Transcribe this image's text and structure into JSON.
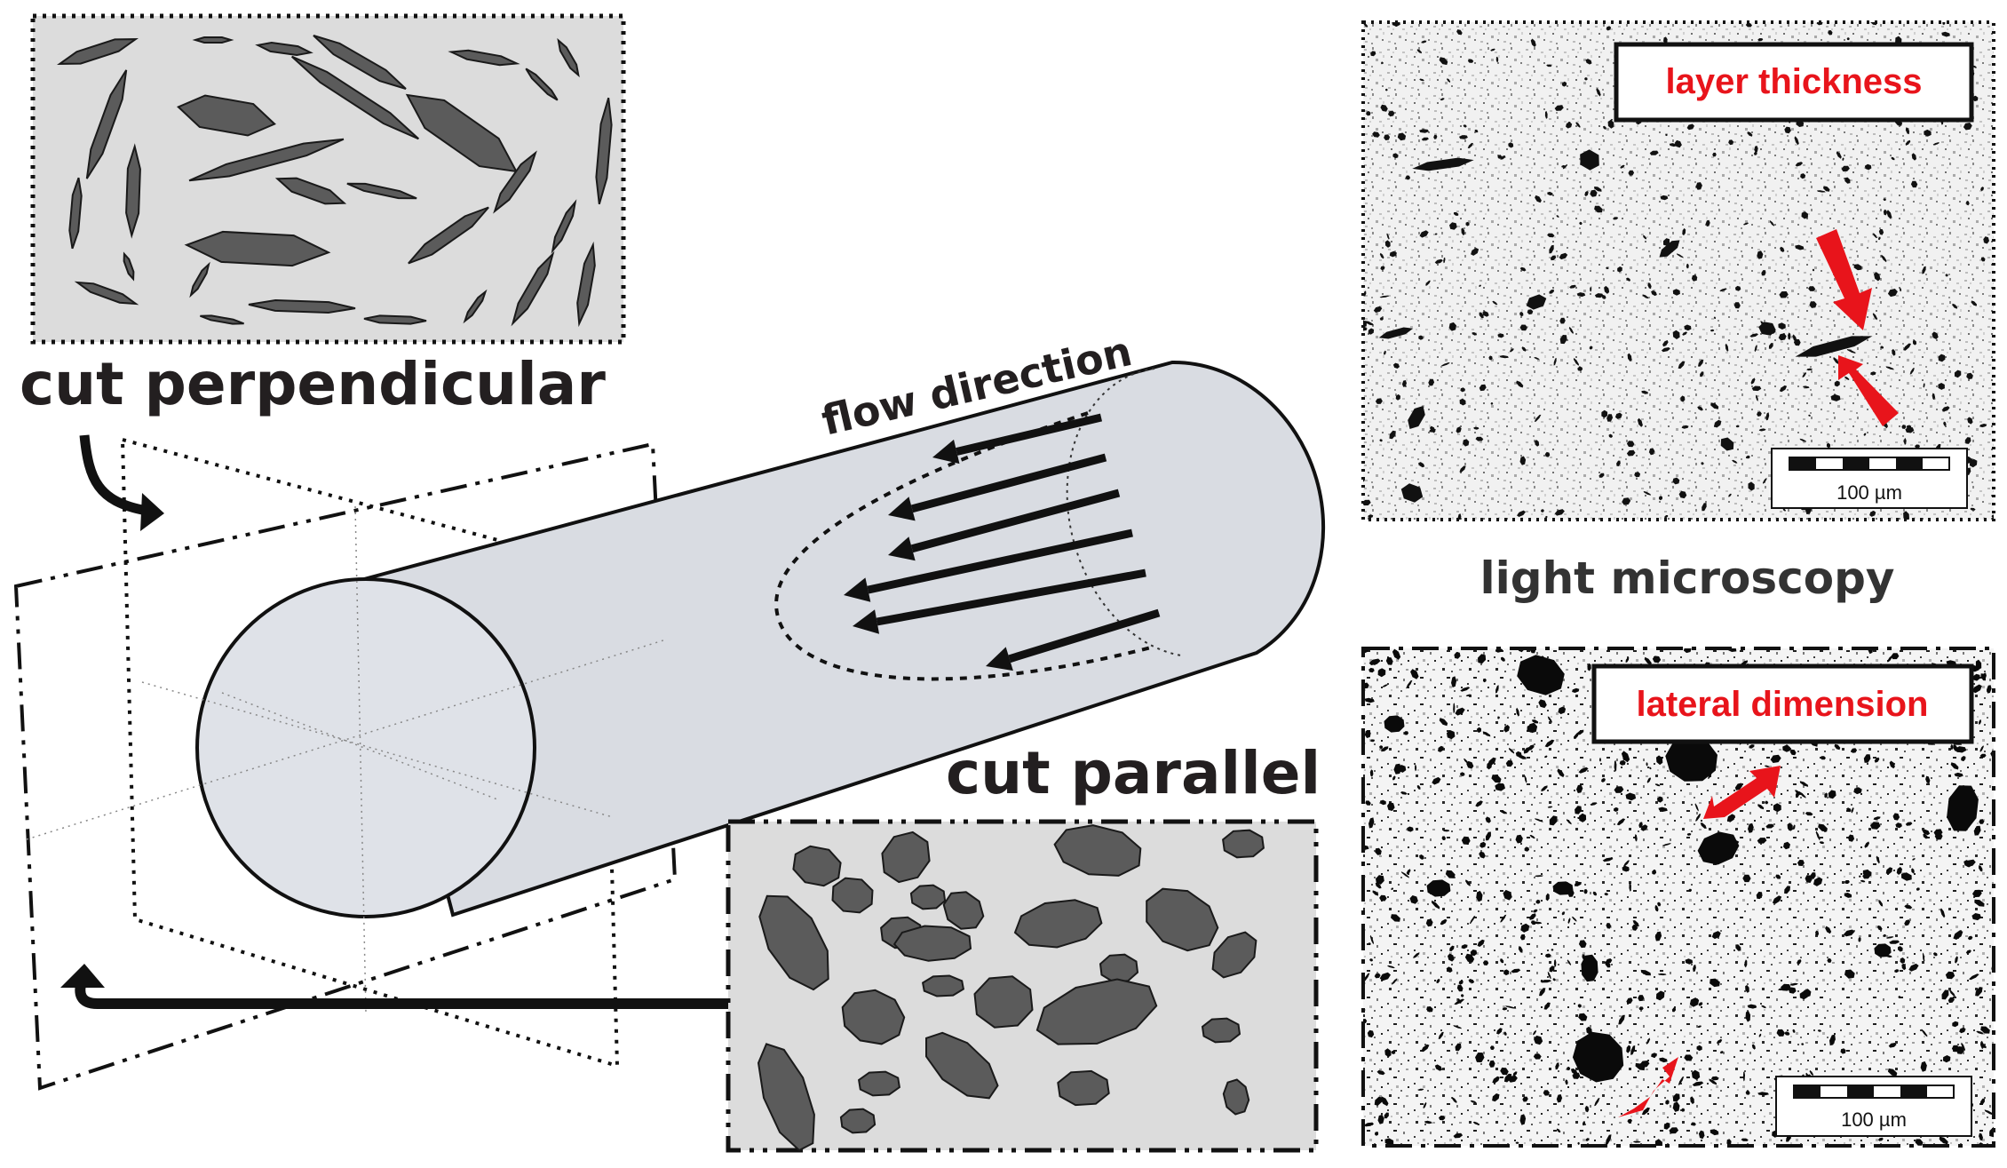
{
  "labels": {
    "cut_perpendicular": "cut  perpendicular",
    "cut_parallel": "cut  parallel",
    "flow_direction": "flow direction",
    "light_microscopy": "light microscopy"
  },
  "micrographs": {
    "top": {
      "title": "layer thickness",
      "scale_label": "100 µm"
    },
    "bottom": {
      "title": "lateral dimension",
      "scale_label": "100 µm"
    }
  },
  "colors": {
    "panel_fill": "#dcdcdc",
    "particle_fill": "#5b5b5b",
    "cylinder_fill": "#d9dce2",
    "arrow_red": "#e8141b",
    "ink": "#111111"
  }
}
